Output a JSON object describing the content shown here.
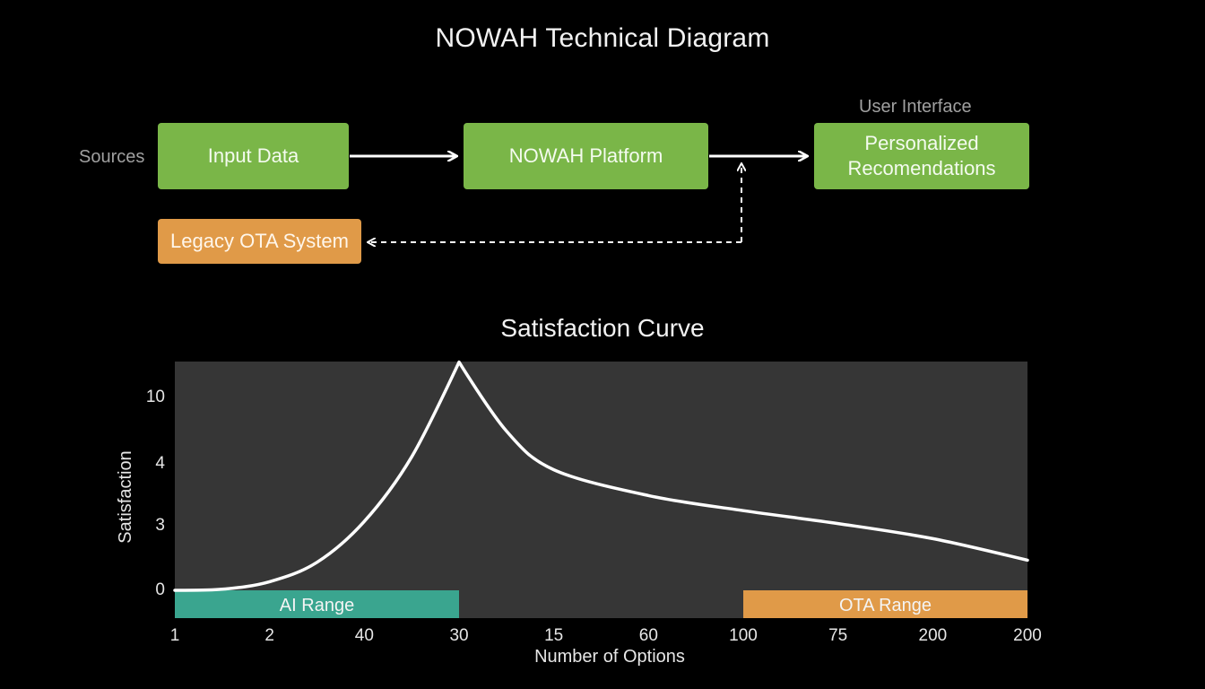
{
  "diagram": {
    "title": "NOWAH Technical Diagram",
    "sources_label": "Sources",
    "ui_label": "User Interface",
    "nodes": {
      "input": "Input Data",
      "platform": "NOWAH Platform",
      "output": "Personalized\nRecomendations",
      "legacy": "Legacy OTA System"
    },
    "colors": {
      "node_green": "#7ab648",
      "node_orange": "#e09a48",
      "arrow": "#ffffff"
    }
  },
  "chart_data": {
    "type": "line",
    "title": "Satisfaction Curve",
    "xlabel": "Number of Options",
    "ylabel": "Satisfaction",
    "x_tick_labels": [
      "1",
      "2",
      "40",
      "30",
      "15",
      "60",
      "100",
      "75",
      "200",
      "200"
    ],
    "y_tick_labels": [
      "0",
      "3",
      "4",
      "10"
    ],
    "ylim": [
      0,
      10
    ],
    "grid": false,
    "series": [
      {
        "x": [
          0,
          0.5,
          1,
          1.5,
          2,
          2.5,
          3,
          3.5,
          4,
          5,
          6,
          7,
          8,
          9
        ],
        "y": [
          0,
          0.05,
          0.4,
          1.3,
          3.2,
          6.2,
          10.6,
          7.4,
          5.6,
          4.4,
          3.7,
          3.1,
          2.4,
          1.4
        ]
      }
    ],
    "bands": [
      {
        "label": "AI Range",
        "x_start": 0,
        "x_end": 3,
        "color": "#3aa58f"
      },
      {
        "label": "OTA Range",
        "x_start": 6,
        "x_end": 9,
        "color": "#e09a48"
      }
    ],
    "colors": {
      "plot_bg": "#363636",
      "line": "#ffffff"
    }
  }
}
